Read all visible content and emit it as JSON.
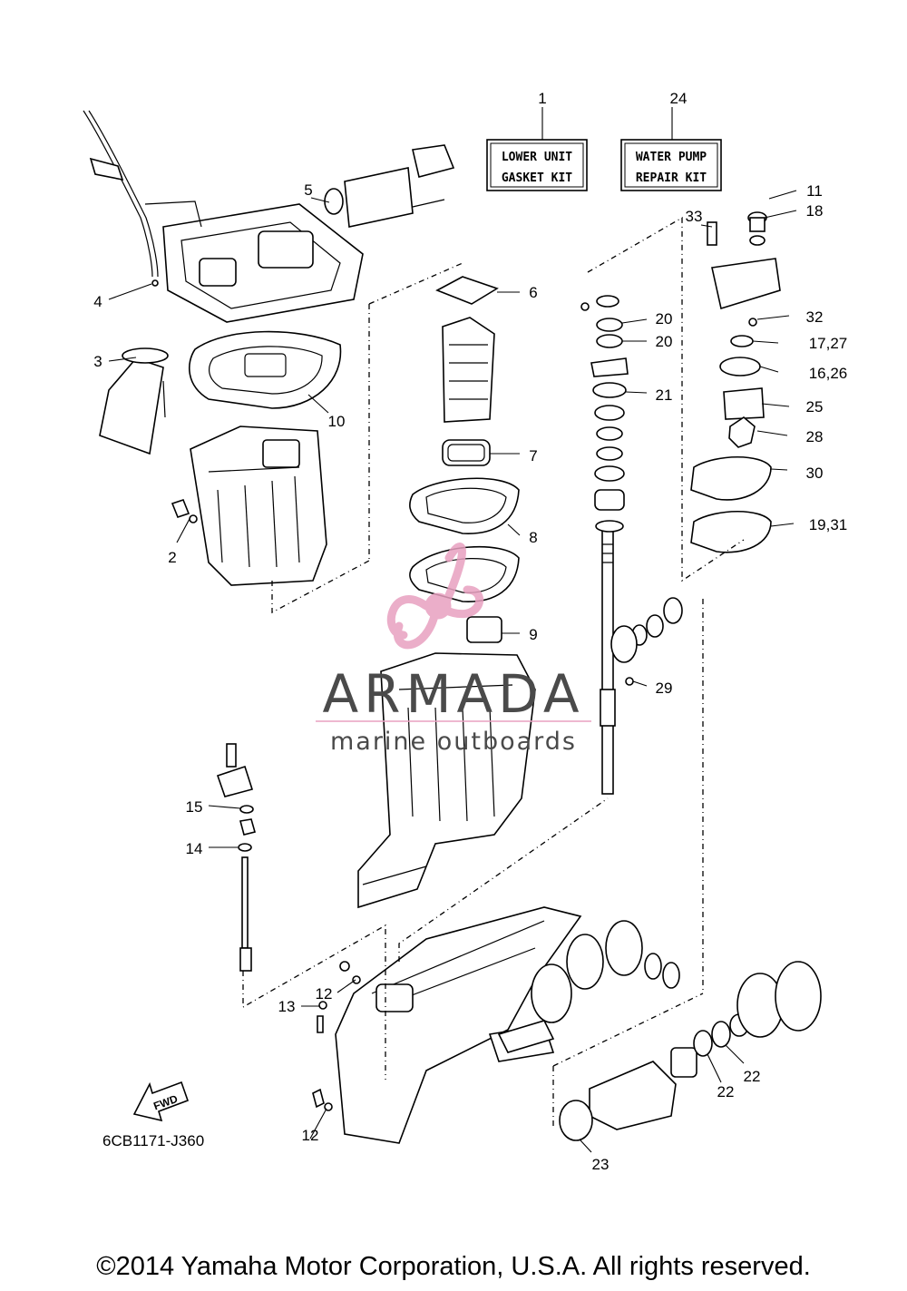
{
  "kits": [
    {
      "number": "1",
      "line1": "LOWER UNIT",
      "line2": "GASKET KIT"
    },
    {
      "number": "24",
      "line1": "WATER PUMP",
      "line2": "REPAIR KIT"
    }
  ],
  "callouts": [
    "2",
    "3",
    "4",
    "5",
    "6",
    "7",
    "8",
    "9",
    "10",
    "11",
    "12",
    "12",
    "13",
    "14",
    "15",
    "16,26",
    "17,27",
    "18",
    "19,31",
    "20",
    "20",
    "21",
    "22",
    "22",
    "23",
    "25",
    "28",
    "29",
    "30",
    "32",
    "33"
  ],
  "fwd_label": "FWD",
  "drawing_code": "6CB1171-J360",
  "watermark": {
    "brand": "ARMADA",
    "tagline": "marine outboards",
    "accent_color": "#e8a0c0",
    "text_color": "#4a4a4a"
  },
  "copyright": "©2014 Yamaha Motor Corporation, U.S.A. All rights reserved."
}
